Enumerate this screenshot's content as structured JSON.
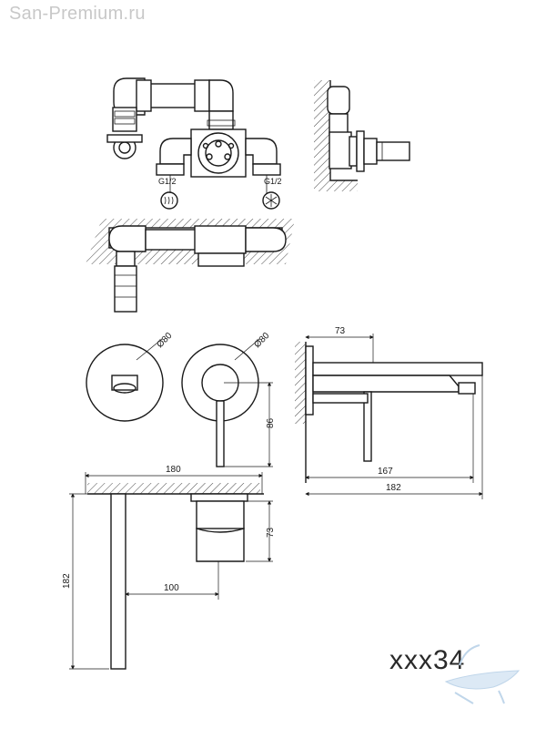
{
  "watermark": {
    "text": "San-Premium.ru"
  },
  "product_code": "xxx34",
  "connections": {
    "hot": "G1/2",
    "cold": "G1/2"
  },
  "icons": {
    "hot": "hot-water-wave-icon",
    "cold": "cold-water-snowflake-icon",
    "logo": "bathtub-logo-icon"
  },
  "dimensions": {
    "escutcheon_diameter_left": "Ø80",
    "escutcheon_diameter_right": "Ø80",
    "lever_height": "86",
    "wall_to_body": "73",
    "spout_reach": "167",
    "total_depth": "182",
    "plan_width": "180",
    "plan_body_depth": "73",
    "plan_spout_height": "182",
    "plan_spout_offset": "100"
  }
}
